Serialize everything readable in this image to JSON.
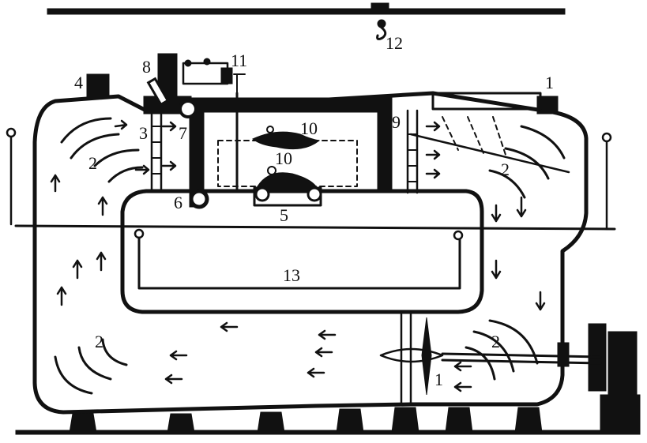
{
  "callouts": {
    "c1_top": "1",
    "c1_bottom": "1",
    "c2_upper_left": "2",
    "c2_upper_right": "2",
    "c2_lower_left": "2",
    "c2_lower_right": "2",
    "c3": "3",
    "c4": "4",
    "c5": "5",
    "c6": "6",
    "c7": "7",
    "c8": "8",
    "c9": "9",
    "c10_top": "10",
    "c10_mid": "10",
    "c11": "11",
    "c12": "12",
    "c13": "13"
  },
  "colors": {
    "ink": "#111111",
    "paper": "#ffffff"
  }
}
